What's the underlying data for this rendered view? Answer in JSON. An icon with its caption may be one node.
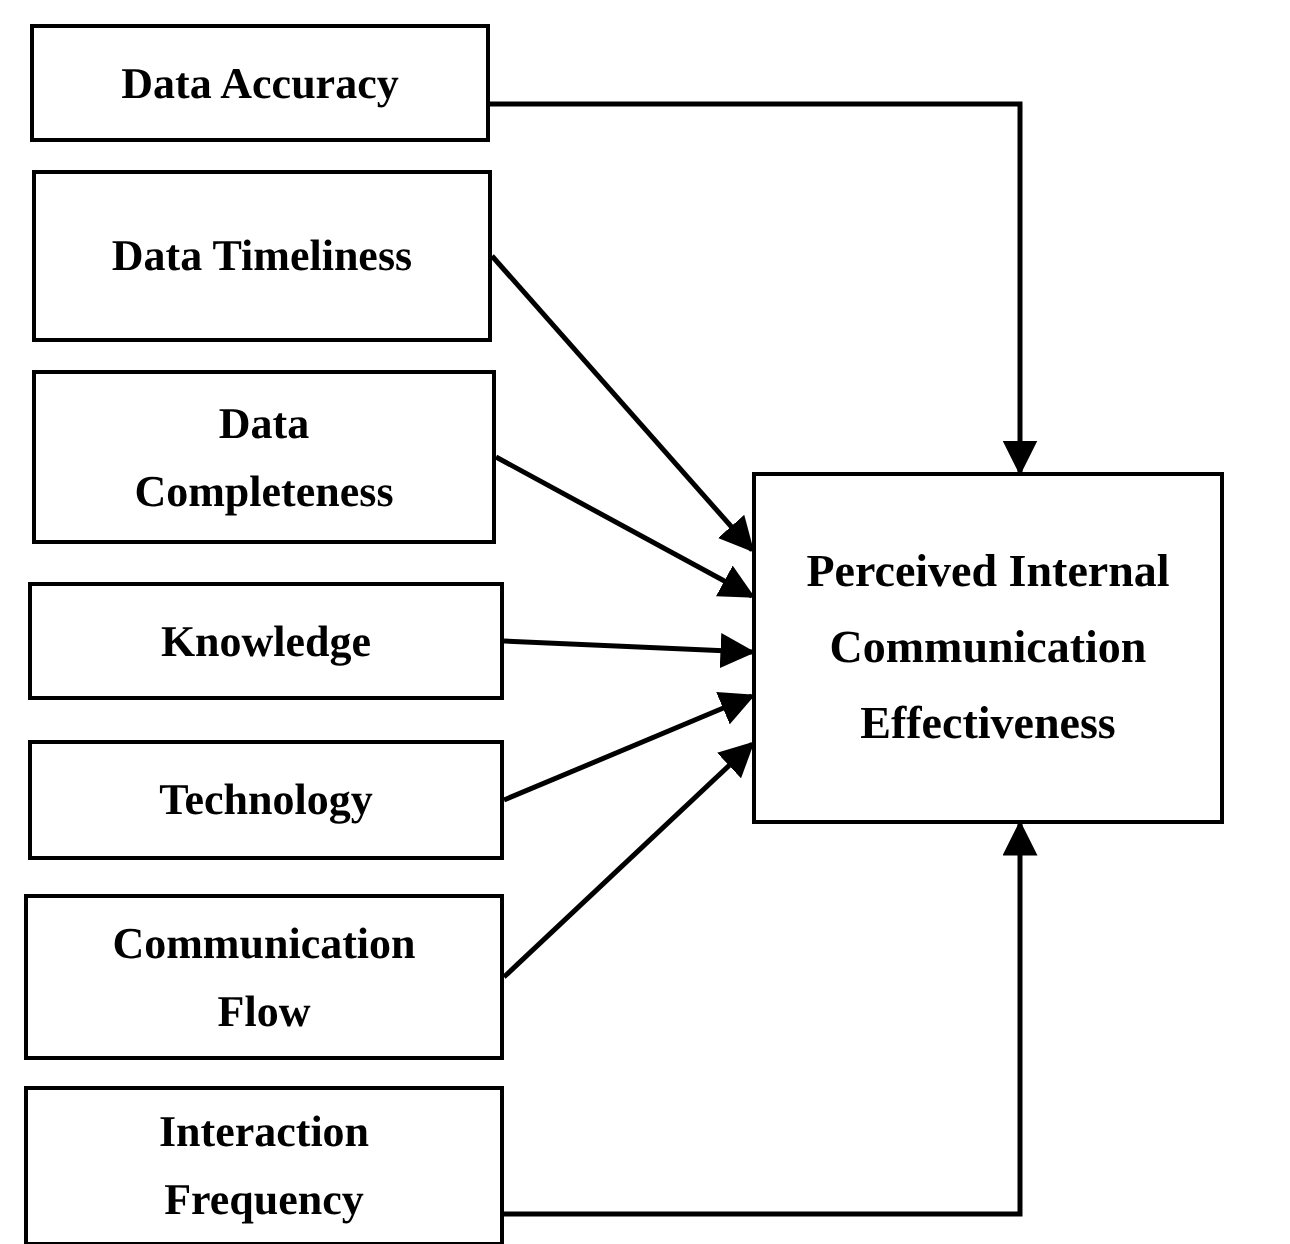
{
  "diagram": {
    "nodes": [
      {
        "text": [
          "Data Accuracy"
        ]
      },
      {
        "text": [
          "Data Timeliness"
        ]
      },
      {
        "text": [
          "Data Completeness"
        ]
      },
      {
        "text": [
          "Knowledge"
        ]
      },
      {
        "text": [
          "Technology"
        ]
      },
      {
        "text": [
          "Communication Flow"
        ]
      },
      {
        "text": [
          "Interaction Frequency"
        ]
      },
      {
        "text": [
          "Perceived Internal Communication Effectiveness"
        ]
      }
    ],
    "edges": [
      {
        "from": 0,
        "to": 7,
        "arrow": "to"
      },
      {
        "from": 1,
        "to": 7,
        "arrow": "to"
      },
      {
        "from": 2,
        "to": 7,
        "arrow": "to"
      },
      {
        "from": 3,
        "to": 7,
        "arrow": "to"
      },
      {
        "from": 4,
        "to": 7,
        "arrow": "to"
      },
      {
        "from": 5,
        "to": 7,
        "arrow": "to"
      },
      {
        "from": 6,
        "to": 7,
        "arrow": "to"
      }
    ]
  }
}
